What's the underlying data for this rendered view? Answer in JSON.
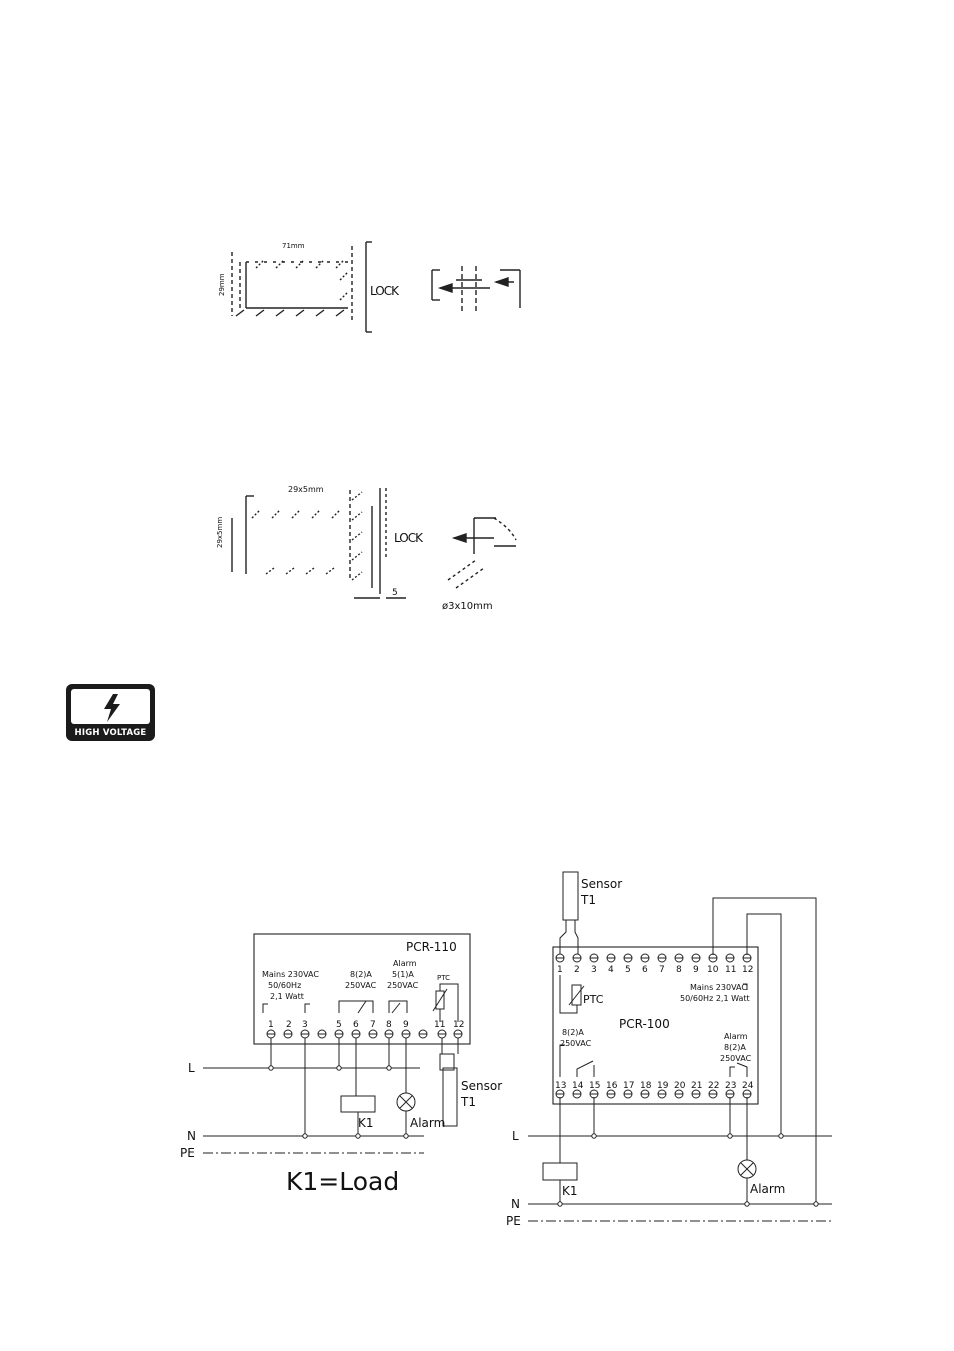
{
  "mounting_top": {
    "dim_width": "71mm",
    "dim_height": "29mm",
    "clip_label": "LOCK"
  },
  "mounting_bottom": {
    "dim_width": "29x5mm",
    "dim_height": "29x5mm",
    "clip_label": "LOCK",
    "panel_thickness": "5",
    "drill_note": "ø3x10mm"
  },
  "warning": {
    "label": "HIGH VOLTAGE"
  },
  "pcr110": {
    "title": "PCR-110",
    "mains": [
      "Mains 230VAC",
      "50/60Hz",
      "2,1 Watt"
    ],
    "relay": [
      "8(2)A",
      "250VAC"
    ],
    "alarm": [
      "Alarm",
      "5(1)A",
      "250VAC"
    ],
    "ptc": "PTC",
    "terminals": [
      "1",
      "2",
      "3",
      "",
      "5",
      "6",
      "7",
      "8",
      "9",
      "",
      "11",
      "12"
    ],
    "line_L": "L",
    "line_N": "N",
    "line_PE": "PE",
    "k1": "K1",
    "alarm_lamp": "Alarm",
    "sensor": [
      "Sensor",
      "T1"
    ],
    "load_note": "K1=Load"
  },
  "pcr100": {
    "title": "PCR-100",
    "sensor": [
      "Sensor",
      "T1"
    ],
    "ptc": "PTC",
    "top_terminals": [
      "1",
      "2",
      "3",
      "4",
      "5",
      "6",
      "7",
      "8",
      "9",
      "10",
      "11",
      "12"
    ],
    "bottom_terminals": [
      "13",
      "14",
      "15",
      "16",
      "17",
      "18",
      "19",
      "20",
      "21",
      "22",
      "23",
      "24"
    ],
    "mains": [
      "Mains 230VAC",
      "50/60Hz 2,1 Watt"
    ],
    "relay": [
      "8(2)A",
      "250VAC"
    ],
    "alarm": [
      "Alarm",
      "8(2)A",
      "250VAC"
    ],
    "line_L": "L",
    "line_N": "N",
    "line_PE": "PE",
    "k1": "K1",
    "alarm_lamp": "Alarm"
  }
}
